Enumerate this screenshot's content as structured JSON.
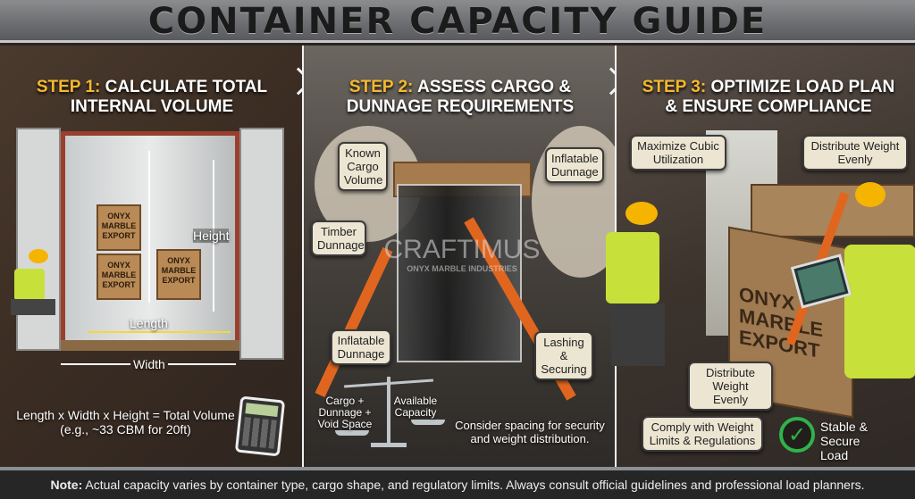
{
  "title": "CONTAINER CAPACITY GUIDE",
  "steps": [
    {
      "prefix": "STEP 1:",
      "heading": "CALCULATE TOTAL INTERNAL VOLUME"
    },
    {
      "prefix": "STEP 2:",
      "heading": "ASSESS CARGO & DUNNAGE REQUIREMENTS"
    },
    {
      "prefix": "STEP 3:",
      "heading": "OPTIMIZE LOAD PLAN & ENSURE COMPLIANCE"
    }
  ],
  "step1": {
    "height_label": "Height",
    "length_label": "Length",
    "width_label": "Width",
    "crate_text": "ONYX MARBLE EXPORT",
    "formula": "Length x Width x Height = Total Volume",
    "example": "(e.g., ~33 CBM for 20ft)"
  },
  "step2": {
    "known_cargo": "Known Cargo Volume",
    "timber": "Timber Dunnage",
    "inflatable_top": "Inflatable Dunnage",
    "inflatable_bottom": "Inflatable Dunnage",
    "lashing": "Lashing & Securing",
    "scale_left": "Cargo + Dunnage + Void Space",
    "scale_right": "Available Capacity",
    "spacing_note": "Consider spacing for security and weight distribution."
  },
  "step3": {
    "maximize": "Maximize Cubic Utilization",
    "distribute_top": "Distribute Weight Evenly",
    "distribute_bottom": "Distribute Weight Evenly",
    "comply": "Comply with Weight Limits & Regulations",
    "stable": "Stable & Secure Load",
    "crate_text": "ONYX MARBLE EXPORT"
  },
  "watermark": {
    "brand": "CRAFTIMUS",
    "sub": "ONYX MARBLE INDUSTRIES"
  },
  "note": {
    "label": "Note:",
    "text": " Actual capacity varies by container type, cargo shape, and regulatory limits. Always consult official guidelines and professional load planners."
  },
  "colors": {
    "accent": "#f5b82e",
    "callout_bg": "#ece5d2",
    "strap": "#e0661f",
    "vest": "#c8e03a",
    "check": "#2fb34a"
  }
}
